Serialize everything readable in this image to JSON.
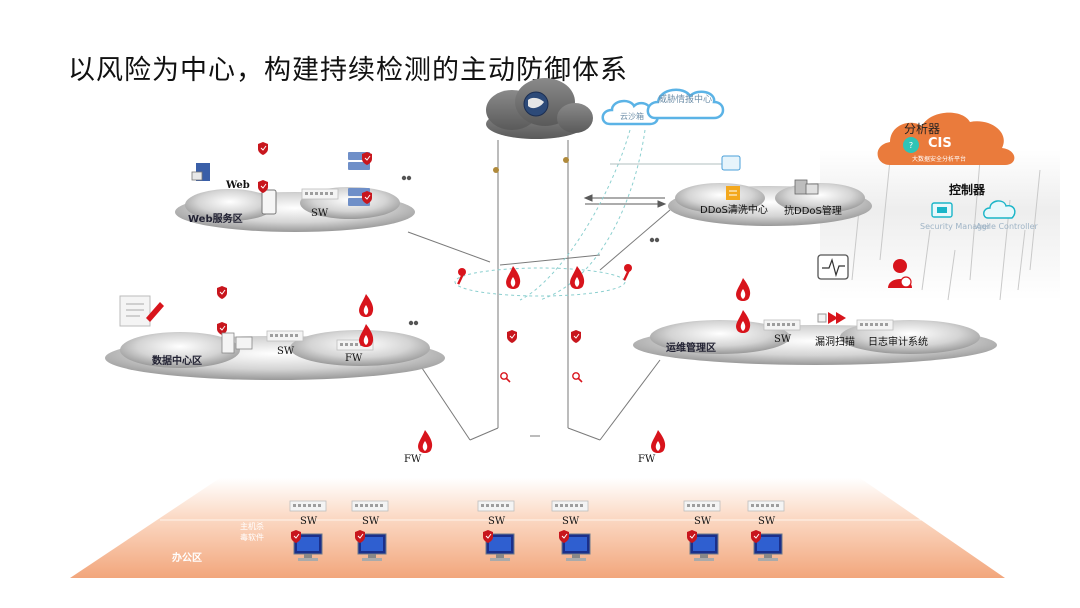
{
  "title": "以风险为中心，构建持续检测的主动防御体系",
  "zones": {
    "web": {
      "name": "Web服务区",
      "web_label": "Web",
      "sw": "SW"
    },
    "datacenter": {
      "name": "数据中心区",
      "sw": "SW",
      "fw": "FW"
    },
    "ops": {
      "name": "运维管理区",
      "sw": "SW",
      "vuln": "漏洞扫描",
      "audit": "日志审计系统"
    },
    "ddos": {
      "cleaning": "DDoS清洗中心",
      "anti": "抗DDoS管理"
    },
    "office": {
      "name": "办公区",
      "host_av": [
        "主机杀",
        "毒软件"
      ],
      "sw_labels": [
        "SW",
        "SW",
        "SW",
        "SW",
        "SW",
        "SW"
      ]
    }
  },
  "cloud": {
    "threat_intel": "威胁情报中心",
    "cloud_sandbox": "云沙箱"
  },
  "analyzer": {
    "label": "分析器",
    "cis": "CIS",
    "platform": "大数据安全分析平台"
  },
  "controller": {
    "label": "控制器",
    "sec_manager": "Security Manager",
    "agile": "Agile Controller"
  },
  "firewalls": {
    "left": "FW",
    "right": "FW"
  },
  "colors": {
    "fire": "#d8141c",
    "cloud_gray": "#8c8c8c",
    "office_orange": "#f2a67c",
    "analyzer_orange": "#ea7b3c",
    "intel_blue": "#5bb3e6",
    "teal": "#1ab5c8"
  },
  "icons": [
    "globe-icon",
    "fire-icon",
    "shield-icon",
    "key-icon",
    "magnifier-icon",
    "server-icon",
    "monitor-icon",
    "document-icon",
    "pulse-icon",
    "user-icon",
    "switch-icon",
    "link-icon"
  ]
}
